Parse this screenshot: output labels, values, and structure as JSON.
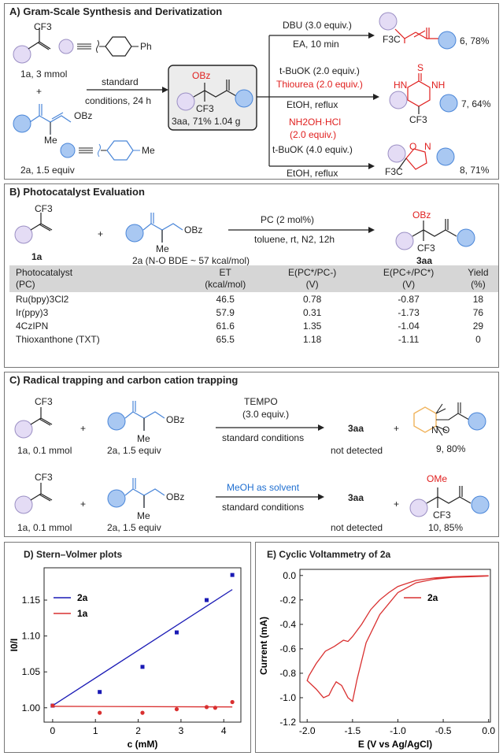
{
  "panelA": {
    "title": "A) Gram-Scale Synthesis and Derivatization",
    "cf3": "CF3",
    "sub1_label": "1a, 3 mmol",
    "ph_label": "Ph",
    "plus": "+",
    "obz": "OBz",
    "me": "Me",
    "me_right": "Me",
    "sub2_label": "2a, 1.5 equiv",
    "arrow_top": "standard",
    "arrow_bottom": "conditions, 24 h",
    "product_obz": "OBz",
    "product_cf3": "CF3",
    "product_label": "3aa, 71% 1.04 g",
    "r1_top": "DBU (3.0 equiv.)",
    "r1_bottom": "EA, 10 min",
    "p6_cf3": "F3C",
    "p6_label": "6, 78%",
    "r2_line1": "t-BuOK (2.0 equiv.)",
    "r2_line2": "Thiourea (2.0 equiv.)",
    "r2_bottom": "EtOH, reflux",
    "p7_s": "S",
    "p7_hn": "HN",
    "p7_nh": "NH",
    "p7_cf3": "CF3",
    "p7_label": "7, 64%",
    "r3_line1": "NH2OH·HCl",
    "r3_line2": "(2.0 equiv.)",
    "r3_line3": "t-BuOK (4.0 equiv.)",
    "r3_bottom": "EtOH, reflux",
    "p8_o": "O",
    "p8_n": "N",
    "p8_cf3": "F3C",
    "p8_label": "8, 71%"
  },
  "panelB": {
    "title": "B) Photocatalyst Evaluation",
    "cf3": "CF3",
    "sub1_label": "1a",
    "plus": "+",
    "obz": "OBz",
    "me": "Me",
    "sub2_label": "2a (N-O BDE ~ 57 kcal/mol)",
    "arrow_top": "PC (2 mol%)",
    "arrow_bottom": "toluene, rt, N2, 12h",
    "product_obz": "OBz",
    "product_cf3": "CF3",
    "product_label": "3aa",
    "table": {
      "headers": [
        [
          "Photocatalyst",
          "(PC)"
        ],
        [
          "ET",
          "(kcal/mol)"
        ],
        [
          "E(PC*/PC-)",
          "(V)"
        ],
        [
          "E(PC+/PC*)",
          "(V)"
        ],
        [
          "Yield",
          "(%)"
        ]
      ],
      "rows": [
        [
          "Ru(bpy)3Cl2",
          "46.5",
          "0.78",
          "-0.87",
          "18"
        ],
        [
          "Ir(ppy)3",
          "57.9",
          "0.31",
          "-1.73",
          "76"
        ],
        [
          "4CzIPN",
          "61.6",
          "1.35",
          "-1.04",
          "29"
        ],
        [
          "Thioxanthone (TXT)",
          "65.5",
          "1.18",
          "-1.11",
          "0"
        ]
      ]
    }
  },
  "panelC": {
    "title": "C) Radical trapping and carbon cation trapping",
    "cf3": "CF3",
    "plus": "+",
    "obz": "OBz",
    "me": "Me",
    "row1": {
      "sub1_label": "1a, 0.1 mmol",
      "sub2_label": "2a, 1.5 equiv",
      "arrow_top1": "TEMPO",
      "arrow_top2": "(3.0 equiv.)",
      "arrow_bottom": "standard conditions",
      "product": "3aa",
      "product_status": "not detected",
      "trap_n": "N",
      "trap_o": "O",
      "trap_label": "9, 80%"
    },
    "row2": {
      "sub1_label": "1a, 0.1 mmol",
      "sub2_label": "2a, 1.5 equiv",
      "arrow_top": "MeOH as solvent",
      "arrow_bottom": "standard conditions",
      "product": "3aa",
      "product_status": "not detected",
      "trap_ome": "OMe",
      "trap_cf3": "CF3",
      "trap_label": "10, 85%"
    }
  },
  "colors": {
    "lavender": "#e4dcf5",
    "lavender_stroke": "#9b8fc4",
    "blue_ring": "#a9c8f2",
    "blue_stroke": "#4a86d8",
    "salmon": "#f08a7e",
    "red": "#e0201f",
    "blue_line": "#1a1ab5",
    "red_line": "#d93030",
    "panel_border": "#777777",
    "tempo_ring": "#f0b35c"
  },
  "chart_data": [
    {
      "type": "scatter",
      "title": "D) Stern–Volmer plots",
      "xlabel": "c (mM)",
      "ylabel": "I0/I",
      "xlim": [
        -0.2,
        4.4
      ],
      "ylim": [
        0.98,
        1.195
      ],
      "xticks": [
        "0",
        "1",
        "2",
        "3",
        "4"
      ],
      "yticks": [
        "1.00",
        "1.05",
        "1.10",
        "1.15"
      ],
      "legend_position": "top-left",
      "series": [
        {
          "name": "2a",
          "color": "#1a1ab5",
          "x": [
            0,
            1.1,
            2.1,
            2.9,
            3.6,
            4.2
          ],
          "y": [
            1.003,
            1.022,
            1.057,
            1.105,
            1.15,
            1.185
          ],
          "fit": {
            "intercept": 1.003,
            "slope": 0.0385,
            "x_range": [
              0,
              4.2
            ]
          }
        },
        {
          "name": "1a",
          "color": "#d93030",
          "x": [
            0,
            1.1,
            2.1,
            2.9,
            3.6,
            3.8,
            4.2
          ],
          "y": [
            1.003,
            0.993,
            0.993,
            0.998,
            1.001,
            1.0,
            1.008
          ],
          "fit": {
            "intercept": 1.002,
            "slope": -0.0002,
            "x_range": [
              0,
              4.2
            ]
          }
        }
      ]
    },
    {
      "type": "line",
      "title": "E) Cyclic Voltammetry of 2a",
      "xlabel": "E (V vs Ag/AgCl)",
      "ylabel": "Current (mA)",
      "xlim": [
        -2.08,
        0.02
      ],
      "ylim": [
        -1.2,
        0.05
      ],
      "xticks": [
        "-2.0",
        "-1.5",
        "-1.0",
        "-0.5",
        "0.0"
      ],
      "yticks": [
        "0.0",
        "-0.2",
        "-0.4",
        "-0.6",
        "-0.8",
        "-1.0",
        "-1.2"
      ],
      "legend_position": "top-left",
      "series": [
        {
          "name": "2a",
          "color": "#d93030",
          "x": [
            0.0,
            -0.2,
            -0.4,
            -0.6,
            -0.8,
            -1.0,
            -1.2,
            -1.35,
            -1.45,
            -1.5,
            -1.55,
            -1.62,
            -1.68,
            -1.72,
            -1.76,
            -1.82,
            -1.9,
            -2.0,
            -1.98,
            -1.9,
            -1.8,
            -1.7,
            -1.6,
            -1.55,
            -1.5,
            -1.4,
            -1.3,
            -1.2,
            -1.1,
            -1.0,
            -0.8,
            -0.6,
            -0.4,
            -0.2,
            0.0
          ],
          "y": [
            -0.005,
            -0.01,
            -0.015,
            -0.03,
            -0.06,
            -0.14,
            -0.32,
            -0.55,
            -0.85,
            -1.03,
            -1.0,
            -0.9,
            -0.87,
            -0.92,
            -0.98,
            -1.0,
            -0.93,
            -0.86,
            -0.82,
            -0.72,
            -0.62,
            -0.58,
            -0.53,
            -0.54,
            -0.5,
            -0.4,
            -0.28,
            -0.2,
            -0.14,
            -0.09,
            -0.04,
            -0.02,
            -0.01,
            -0.005,
            -0.002
          ]
        }
      ]
    }
  ]
}
